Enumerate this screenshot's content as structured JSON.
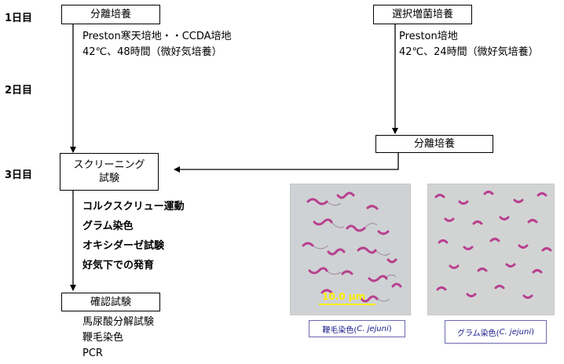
{
  "days": [
    "1日目",
    "2日目",
    "3日目"
  ],
  "left": {
    "isolation_box": "分離培養",
    "isolation_media": "Preston寒天培地・・CCDA培地",
    "isolation_conditions": "42℃、48時間（微好気培養）",
    "screening_box_line1": "スクリーニング",
    "screening_box_line2": "試験",
    "screening_tests": [
      "コルクスクリュー運動",
      "グラム染色",
      "オキシダーゼ試験",
      "好気下での発育"
    ],
    "confirm_box": "確認試験",
    "confirm_tests": [
      "馬尿酸分解試験",
      "鞭毛染色",
      "PCR"
    ]
  },
  "right": {
    "enrichment_box": "選択増菌培養",
    "enrichment_media": "Preston培地",
    "enrichment_conditions": "42℃、24時間（微好気培養）",
    "isolation_box": "分離培養"
  },
  "photos": {
    "scale_bar": "10.0 μm",
    "caption_left_prefix": "鞭毛染色(",
    "caption_left_species": "C. jejuni",
    "caption_left_suffix": ")",
    "caption_right_prefix": "グラム染色(",
    "caption_right_species": "C. jejuni",
    "caption_right_suffix": ")"
  },
  "colors": {
    "photo_bg": "#cfd2d4",
    "bacteria": "#b8408f",
    "scale_bar": "#ffee00",
    "caption_border": "#6a6ab0"
  }
}
